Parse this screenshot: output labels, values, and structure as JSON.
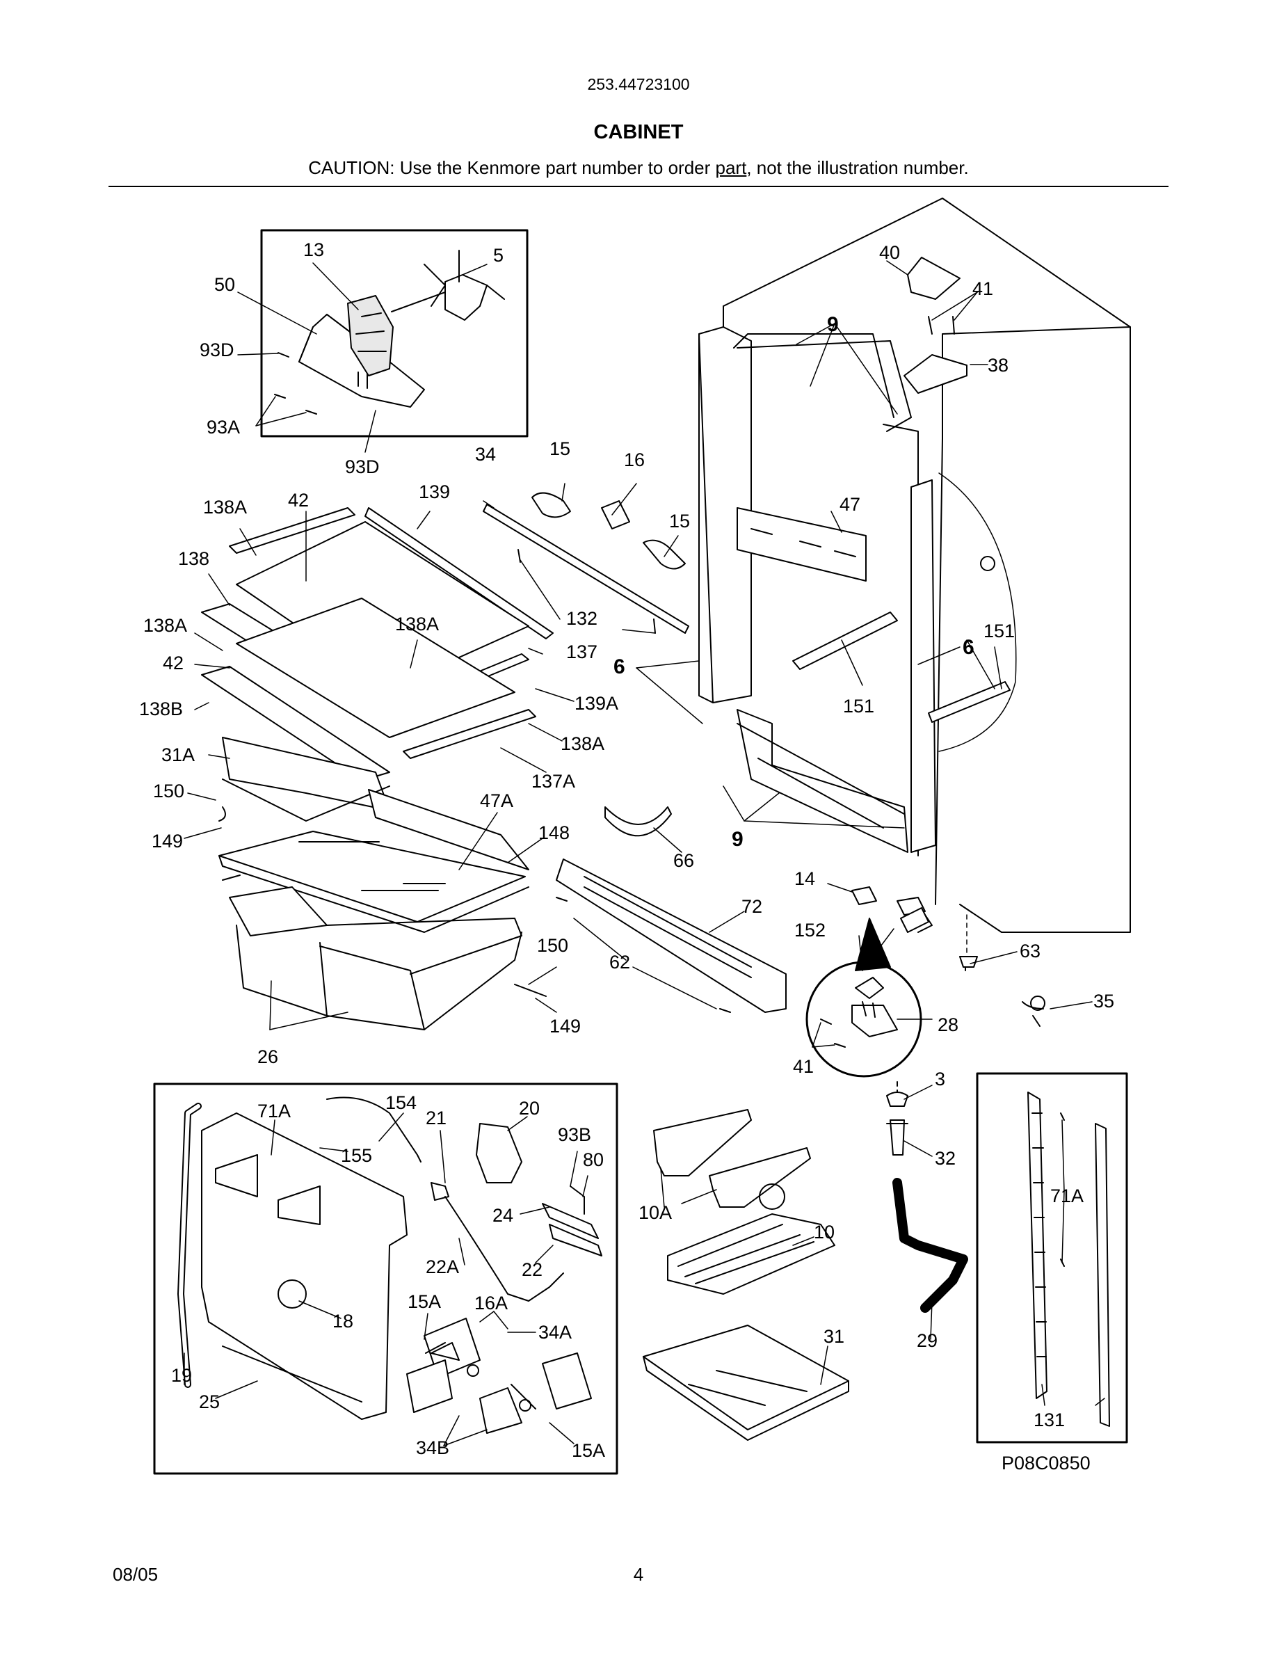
{
  "header": {
    "model": "253.44723100",
    "title": "CABINET",
    "caution_before": "CAUTION: Use the Kenmore part number to order ",
    "caution_underlined": "part",
    "caution_after": ", not the illustration number."
  },
  "diagram": {
    "drawing_number": "P08C0850",
    "callouts": {
      "c13": "13",
      "c5": "5",
      "c50": "50",
      "c93d_a": "93D",
      "c93a": "93A",
      "c93d_b": "93D",
      "c40": "40",
      "c41_top": "41",
      "c38": "38",
      "c9_top": "9",
      "c34": "34",
      "c15_a": "15",
      "c16": "16",
      "c15_b": "15",
      "c47": "47",
      "c138a_1": "138A",
      "c42_1": "42",
      "c139": "139",
      "c138": "138",
      "c138a_2": "138A",
      "c138a_3": "138A",
      "c42_2": "42",
      "c132": "132",
      "c137": "137",
      "c6_left": "6",
      "c6_right": "6",
      "c151_a": "151",
      "c151_b": "151",
      "c138b": "138B",
      "c139a": "139A",
      "c31a": "31A",
      "c138a_4": "138A",
      "c150_a": "150",
      "c47a": "47A",
      "c137a": "137A",
      "c149_a": "149",
      "c148": "148",
      "c66": "66",
      "c9_bottom": "9",
      "c14": "14",
      "c72": "72",
      "c152": "152",
      "c63": "63",
      "c150_b": "150",
      "c62": "62",
      "c35": "35",
      "c28": "28",
      "c149_b": "149",
      "c26": "26",
      "c41_bottom": "41",
      "c3": "3",
      "c71a_1": "71A",
      "c154": "154",
      "c21": "21",
      "c20": "20",
      "c93b": "93B",
      "c155": "155",
      "c80": "80",
      "c24": "24",
      "c22a": "22A",
      "c22": "22",
      "c18": "18",
      "c19": "19",
      "c15a_1": "15A",
      "c16a": "16A",
      "c34a": "34A",
      "c25": "25",
      "c34b": "34B",
      "c15a_2": "15A",
      "c10a": "10A",
      "c10": "10",
      "c31": "31",
      "c32": "32",
      "c29": "29",
      "c71a_2": "71A",
      "c131": "131"
    }
  },
  "footer": {
    "date": "08/05",
    "page": "4"
  }
}
